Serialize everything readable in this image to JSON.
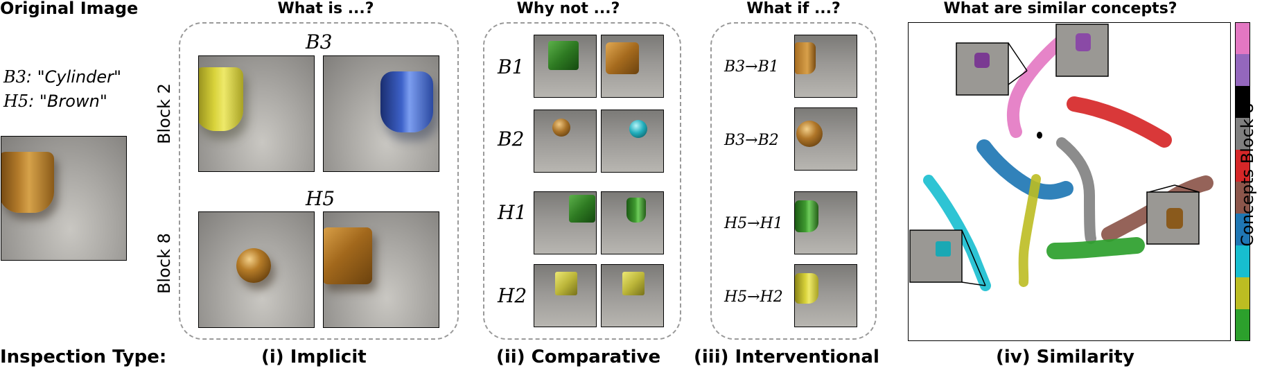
{
  "original": {
    "title": "Original Image",
    "labels": [
      {
        "sym": "B3",
        "text": ": \"Cylinder\""
      },
      {
        "sym": "H5",
        "text": ": \"Brown\""
      }
    ]
  },
  "panel_implicit": {
    "header": "What is ...?",
    "footer": "(i) Implicit",
    "groups": [
      {
        "block": "Block 2",
        "concept": "B3"
      },
      {
        "block": "Block 8",
        "concept": "H5"
      }
    ]
  },
  "panel_comparative": {
    "header": "Why not ...?",
    "footer": "(ii) Comparative",
    "rows": [
      "B1",
      "B2",
      "H1",
      "H2"
    ]
  },
  "panel_interventional": {
    "header": "What if ...?",
    "footer": "(iii) Interventional",
    "rows": [
      "B3→B1",
      "B3→B2",
      "H5→H1",
      "H5→H2"
    ]
  },
  "panel_similarity": {
    "header": "What are similar concepts?",
    "footer": "(iv) Similarity",
    "colorbar_label": "Concepts Block 8",
    "colors": [
      "#e377c2",
      "#9467bd",
      "#000000",
      "#7f7f7f",
      "#d62728",
      "#8c564b",
      "#1f77b4",
      "#17becf",
      "#bcbd22",
      "#2ca02c"
    ]
  },
  "footer_left": "Inspection Type:"
}
